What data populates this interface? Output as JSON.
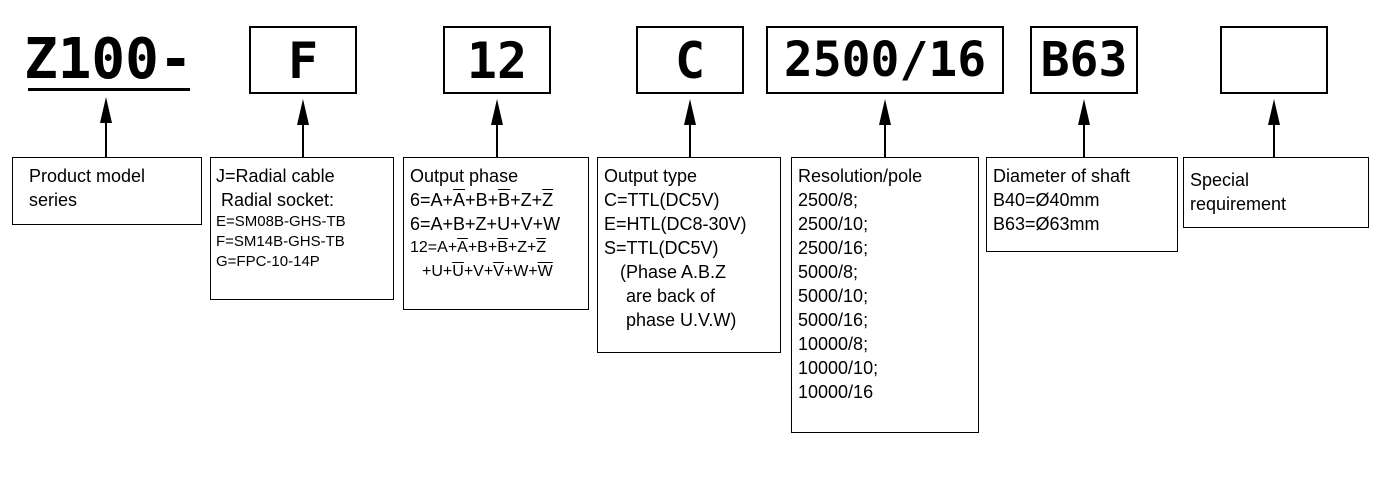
{
  "codes": {
    "series": "Z100-",
    "socket": "F",
    "phase": "12",
    "output_type": "C",
    "resolution": "2500/16",
    "shaft": "B63",
    "special": ""
  },
  "descriptions": {
    "series": [
      "Product model",
      "series"
    ],
    "socket": {
      "lines": [
        "J=Radial cable",
        "Radial socket:"
      ],
      "small": [
        "E=SM08B-GHS-TB",
        "F=SM14B-GHS-TB",
        "G=FPC-10-14P"
      ]
    },
    "phase": {
      "title": "Output phase",
      "row1": {
        "prefix": "6=A+",
        "a": "A",
        "mid": "+B+",
        "b": "B",
        "mid2": "+Z+",
        "z": "Z"
      },
      "row2": "6=A+B+Z+U+V+W",
      "row3": {
        "prefix": "12=A+",
        "a": "A",
        "mid": "+B+",
        "b": "B",
        "mid2": "+Z+",
        "z": "Z"
      },
      "row4": {
        "p1": "+U+",
        "u": "U",
        "p2": "+V+",
        "v": "V",
        "p3": "+W+",
        "w": "W"
      }
    },
    "output_type": [
      "Output type",
      "C=TTL(DC5V)",
      "E=HTL(DC8-30V)",
      "S=TTL(DC5V)",
      "  (Phase A.B.Z",
      "  are back of",
      "  phase U.V.W)"
    ],
    "resolution": [
      "Resolution/pole",
      "2500/8;",
      "2500/10;",
      "2500/16;",
      "5000/8;",
      "5000/10;",
      "5000/16;",
      "10000/8;",
      "10000/10;",
      "10000/16"
    ],
    "shaft": [
      "Diameter of shaft",
      "B40=Ø40mm",
      "B63=Ø63mm"
    ],
    "special": [
      "Special",
      "requirement"
    ]
  }
}
